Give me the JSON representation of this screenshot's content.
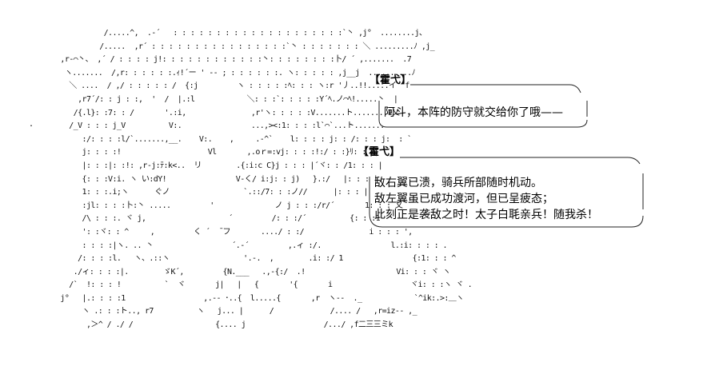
{
  "ascii_art_lines": [
    "           /.....^,  .-´   : : : : : : : : : : : : : : : : : : : :`丶 ,j°  ........j、",
    "          /.....  ,r´ : : : : : : : : : : : : : : : :`丶 : : : : : : : ＼ .........ﾉ ,j_",
    " ,r-⌒丶、 ,´ / : : : : j!: : : : : : : : : : : :丶: : : : : : : :卜/ ´ ,.......  .7",
    "  ヽ.......  /,r: : : : : :.ｨ!´ー ' -- ; : : : : : :. ヽ: : : : : ,j__j  ..........ﾉ",
    "   ＼ ....  / ,/ : : : : : /  {:j         ヽ : : : : :ﾍ: : : ヽ:r '丿..!!.....イ  f",
    "     ,r7´/: : j : :,  '  /  |.:l            ＼: : :`: : : : :Y´ﾍ.ノ⌒ﾍ!.....丶  |",
    "    /{.l}: :7: : /       '.:i,               ,r'ヽ: : : : :V.......ト........1乂",
    "   /_V : : : j_V          V:.                ...,><:1: : : :l`⌒`...ト.......",
    "      :/: : : :l/`.......,__.    V:.    ,     .-^`    l: : : : j: : /: : : j:  : `",
    "      j: : : :!                    Vl       ,.oｒ=:vj: : : :!:/ : :}ﾘ: : ﾉ|",
    "      |: : :|: :!: ,r-j:ﾃ:k<..  リ        .{:i:c C}j : : : |´ヾ: : /1: : : |",
    "      {: : :V:i. ヽ い:dY!                V-く/ i:j: : j)   }.:/   |: : : |",
    "      1: : :.i;ヽ      ぐノ                 `.::/7: : :ノ//      |: : : |",
    "      :jl: : : :卜:丶 .....         '              ノ j : : :/r/´       1: : : 乂",
    "      /\\ : : :. ヾ j,                   ´         /: : :/´          {: : :1",
    "      ': :ヾ: : ^     ,         く ´  ̄ フ       ..../ : :/               i : : : ',",
    "      : : : :|ヽ. .. 丶                  ´.-´         ,.ィ :/.                l.:i: : : : .",
    "     /: : : :l.   ヽ、.::ヽ                 '.-.  ,        .i: :/ 1                {:1: : : ^",
    "    ./ィ: : : :|.        ゞK´,         {N.___   .,-{:/  .!                     Vi: : : ヾ ヽ",
    "   /`  !: : : !          `  ヾ       j|   |   {       '{       i                  ヾi: : :ヽ ヾ .",
    " j°   |.: : : :1                  ,.-- ･..{  l.....{       ,r  ヽ--  ._            `^ik:.>:＿ヽ",
    "      ヽ .: : :ト.., r7          ヽ   j... |      /             /.... /   ,r=iz-- ,_",
    "       ,＞^ / ./ /                   {.... j                  /.../ ,f二三三ミk"
  ],
  "speech": [
    {
      "speaker": "【霍弋】",
      "lines": [
        "阿斗，本阵的防守就交给你了哦——"
      ]
    },
    {
      "speaker": "【霍弋】",
      "lines": [
        "敌右翼已溃，骑兵所部随时机动。",
        "敌左翼虽已成功渡河，但已呈疲态；",
        "此刻正是袭敌之时！太子白毦亲兵！随我杀！"
      ]
    }
  ]
}
